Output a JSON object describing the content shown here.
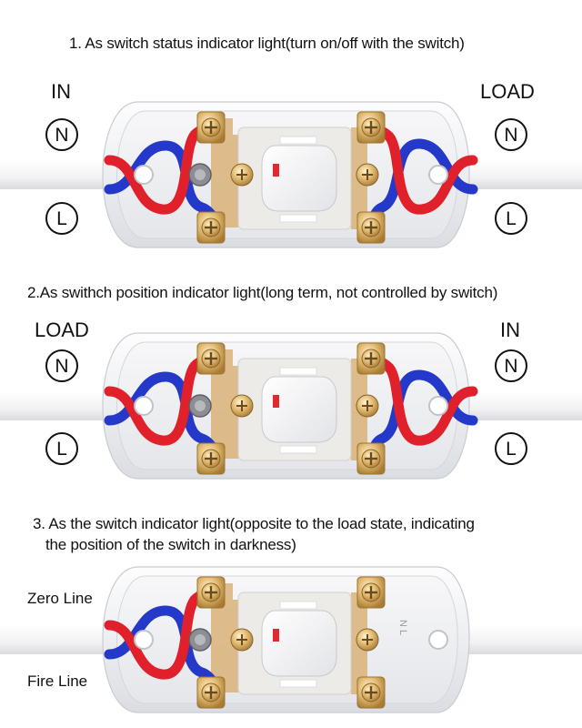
{
  "panels": [
    {
      "caption": "1. As switch status indicator light(turn on/off with the switch)",
      "left_label": "IN",
      "right_label": "LOAD",
      "neutral_symbol": "N",
      "live_symbol": "L"
    },
    {
      "caption": "2.As swithch position indicator light(long term, not controlled by switch)",
      "left_label": "LOAD",
      "right_label": "IN",
      "neutral_symbol": "N",
      "live_symbol": "L"
    },
    {
      "caption_line1": "3. As the switch indicator light(opposite to the load state, indicating",
      "caption_line2": "the position of the switch in darkness)",
      "zero_line_label": "Zero Line",
      "fire_line_label": "Fire Line",
      "housing_marking": "N L"
    }
  ],
  "colors": {
    "neutral_wire": "#2438c9",
    "live_wire": "#e0202a",
    "indicator_lamp": "#e02a30",
    "brass_terminal": "#d8ad68",
    "housing": "#f3f3f5"
  },
  "icons": [
    "neutral-terminal-icon",
    "live-terminal-icon",
    "brass-screw-terminal-icon",
    "rocker-switch-icon",
    "indicator-lamp-icon"
  ]
}
